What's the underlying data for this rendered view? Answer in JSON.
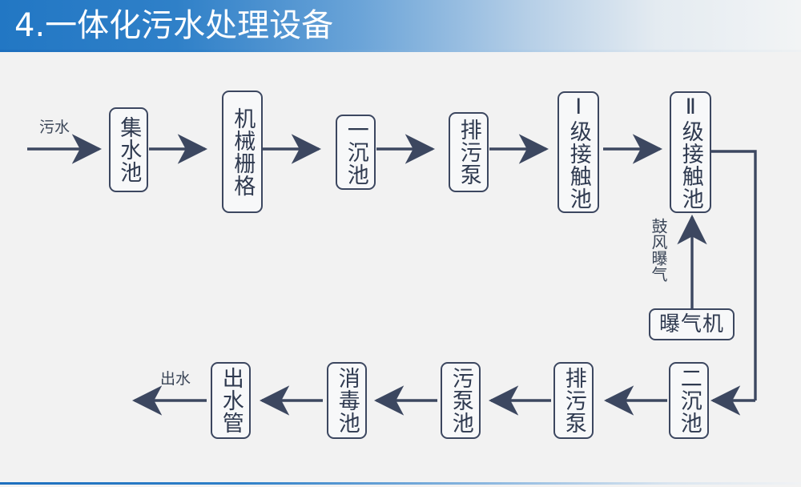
{
  "header": {
    "title": "4.一体化污水处理设备",
    "gradient_from": "#2277c4",
    "gradient_to": "#f2f4f5"
  },
  "theme": {
    "background": "#f2f2f2",
    "line_color": "#3c4760",
    "box_fill": "#f7f8f9",
    "text_color": "#2f3a50",
    "accent_blue": "#1d6fbe"
  },
  "diagram": {
    "type": "process-flow",
    "title": "一体化污水处理设备",
    "inlet_label": "污水",
    "outlet_label": "出水",
    "aeration_label": "鼓风曝气",
    "top_row": [
      {
        "id": "jishuichi",
        "label": "集水池"
      },
      {
        "id": "jixieshange",
        "label": "机械栅格"
      },
      {
        "id": "yichenchi",
        "label": "一沉池"
      },
      {
        "id": "paiwubeng1",
        "label": "排污泵"
      },
      {
        "id": "jiechuchi1",
        "label": "Ⅰ级接触池"
      },
      {
        "id": "jiechuchi2",
        "label": "Ⅱ级接触池"
      }
    ],
    "side": [
      {
        "id": "baoqiji",
        "label": "曝气机"
      }
    ],
    "bottom_row": [
      {
        "id": "erchenchi",
        "label": "二沉池"
      },
      {
        "id": "paiwubeng2",
        "label": "排污泵"
      },
      {
        "id": "wubengchi",
        "label": "污泵池"
      },
      {
        "id": "xiaoduchi",
        "label": "消毒池"
      },
      {
        "id": "chushuiguan",
        "label": "出水管"
      }
    ]
  }
}
